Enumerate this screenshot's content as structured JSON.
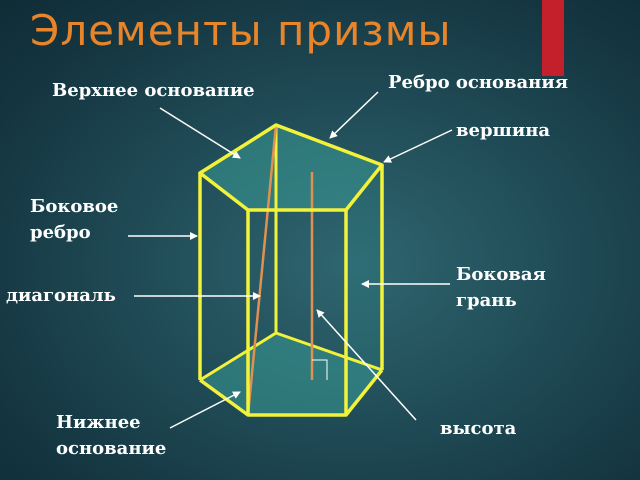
{
  "title": "Элементы призмы",
  "labels": {
    "upper_base": "Верхнее основание",
    "base_edge": "Ребро основания",
    "vertex": "вершина",
    "lateral_edge": "Боковое ребро",
    "diagonal": "диагональ",
    "lateral_face": "Боковая грань",
    "lower_base": "Нижнее основание",
    "height": "высота"
  },
  "colors": {
    "title": "#e8852a",
    "accent_bar": "#c4202b",
    "prism_edges": "#f2f23a",
    "face_fill": "#3a9a96",
    "diagonal_and_height": "#e09050",
    "arrows": "#ffffff"
  }
}
